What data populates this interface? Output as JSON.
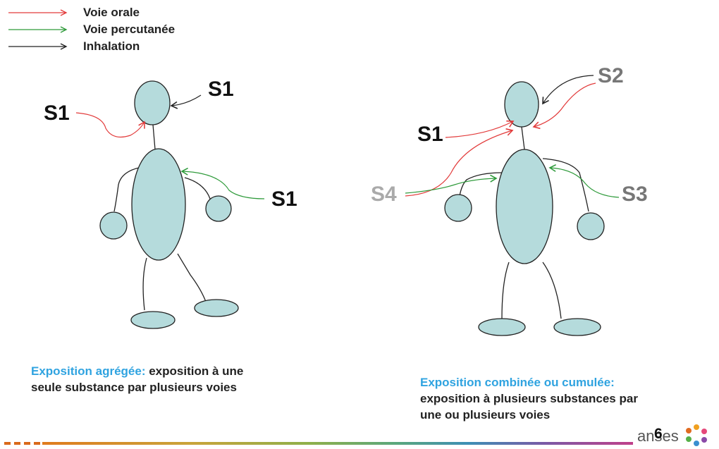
{
  "legend": [
    {
      "label": "Voie orale",
      "color": "#e23a3a"
    },
    {
      "label": "Voie percutanée",
      "color": "#2e9a3a"
    },
    {
      "label": "Inhalation",
      "color": "#222222"
    }
  ],
  "left_figure": {
    "labels": {
      "head": "S1",
      "mouth": "S1",
      "body": "S1"
    }
  },
  "right_figure": {
    "labels": {
      "s2": "S2",
      "s1": "S1",
      "s4": "S4",
      "s3": "S3"
    }
  },
  "caption_left": {
    "highlight": "Exposition agrégée:",
    "text": " exposition à une seule substance par plusieurs voies"
  },
  "caption_right": {
    "highlight": "Exposition combinée ou cumulée:",
    "text": " exposition à plusieurs substances par une ou plusieurs voies"
  },
  "footer": {
    "page_number": "6",
    "brand": "anses"
  },
  "colors": {
    "body_fill": "#b5dbdc",
    "outline": "#222222",
    "caption_highlight": "#2fa3e0",
    "label_gray": "#777777",
    "label_lightgray": "#aaaaaa"
  }
}
